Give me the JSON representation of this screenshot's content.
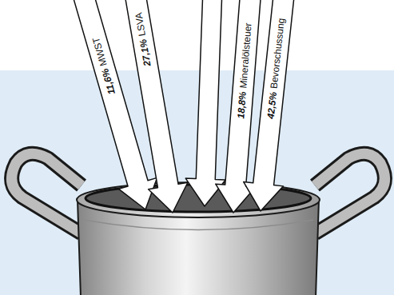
{
  "diagram": {
    "nodes": [
      {
        "text": [
          "11,6%",
          "MWST"
        ]
      },
      {
        "text": [
          "27,1%",
          "LSVA"
        ]
      },
      {
        "text": [
          "18,8%",
          "Mineralölsteuer"
        ]
      },
      {
        "text": [
          "42,5%",
          "Bevorschussung"
        ]
      }
    ]
  }
}
